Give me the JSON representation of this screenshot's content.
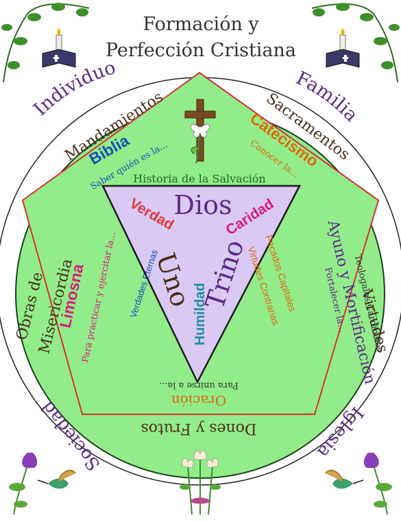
{
  "title": {
    "line1": "Formación y",
    "line2": "Perfección Cristiana"
  },
  "outer": {
    "individuo": "Individuo",
    "familia": "Familia",
    "sociedad": "Sociedad",
    "iglesia": "Iglesia"
  },
  "ring": {
    "mandamientos": "Mandamientos",
    "sacramentos": "Sacramentos",
    "obras_de": "Obras de",
    "misericordia": "Misericordia",
    "virtudes": "Virtudes",
    "dones_frutos": "Dones y Frutos"
  },
  "pentagon": {
    "biblia": "Biblia",
    "biblia_sub": "Saber quién es la...",
    "catecismo": "Catecismo",
    "catecismo_sub": "Conocer la...",
    "limosna": "Limosna",
    "limosna_sub": "Para practicar y ejercitar la...",
    "ayuno": "Ayuno y Mortificación",
    "ayuno_sub1": "Teologales-Cardinales",
    "ayuno_sub2": "Fortalecer la...",
    "oracion": "Oración",
    "oracion_sub": "Para unirse a la...",
    "historia": "Historia de la Salvación",
    "verdades": "Verdades Eternas",
    "pecados": "Pecados Capitales",
    "virtudes_contrarias": "Virtudes Contrarias"
  },
  "triangle": {
    "dios": "Dios",
    "verdad": "Verdad",
    "caridad": "Caridad",
    "uno": "Uno",
    "trino": "Trino",
    "humildad": "Humildad"
  },
  "colors": {
    "green_fill": "#92ec8a",
    "lavender_fill": "#d9c9f4",
    "purple_text": "#5b2a86",
    "brown_text": "#4a2d1a",
    "orange_text": "#e06a10",
    "red_text": "#e0393a",
    "magenta_text": "#d61d7d",
    "blue_text": "#1d4ab8",
    "teal_text": "#1f8fa0",
    "green_text": "#1d6a22"
  },
  "icons": [
    "bible-candle-icon",
    "cross-lily-icon",
    "hummingbird-flower-icon",
    "lily-bouquet-icon",
    "ivy-vine-icon"
  ]
}
